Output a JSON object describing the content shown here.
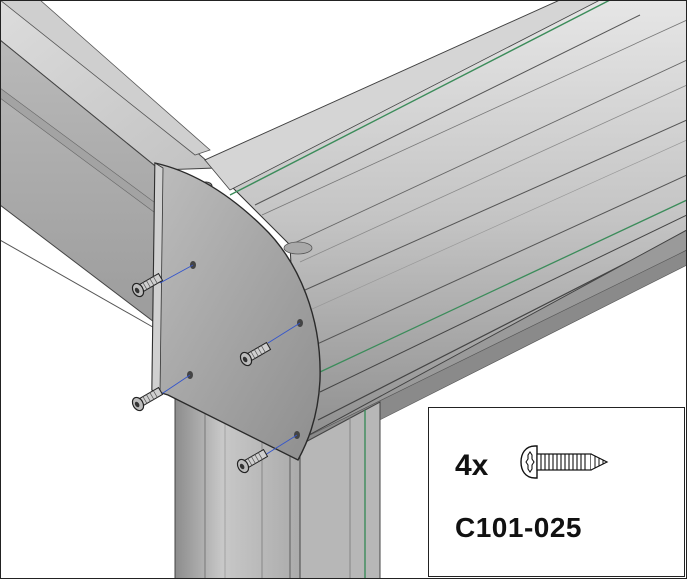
{
  "diagram": {
    "type": "assembly-instruction",
    "parts": {
      "quantity": "4x",
      "part_number": "C101-025",
      "icon": "pan-head-screw-icon"
    },
    "colors": {
      "metal_light": "#d9d9d9",
      "metal_mid": "#b3b3b3",
      "metal_dark": "#7a7a7a",
      "outline": "#333333",
      "accent_line": "#3b8c5a",
      "guide_line": "#3355cc"
    }
  }
}
